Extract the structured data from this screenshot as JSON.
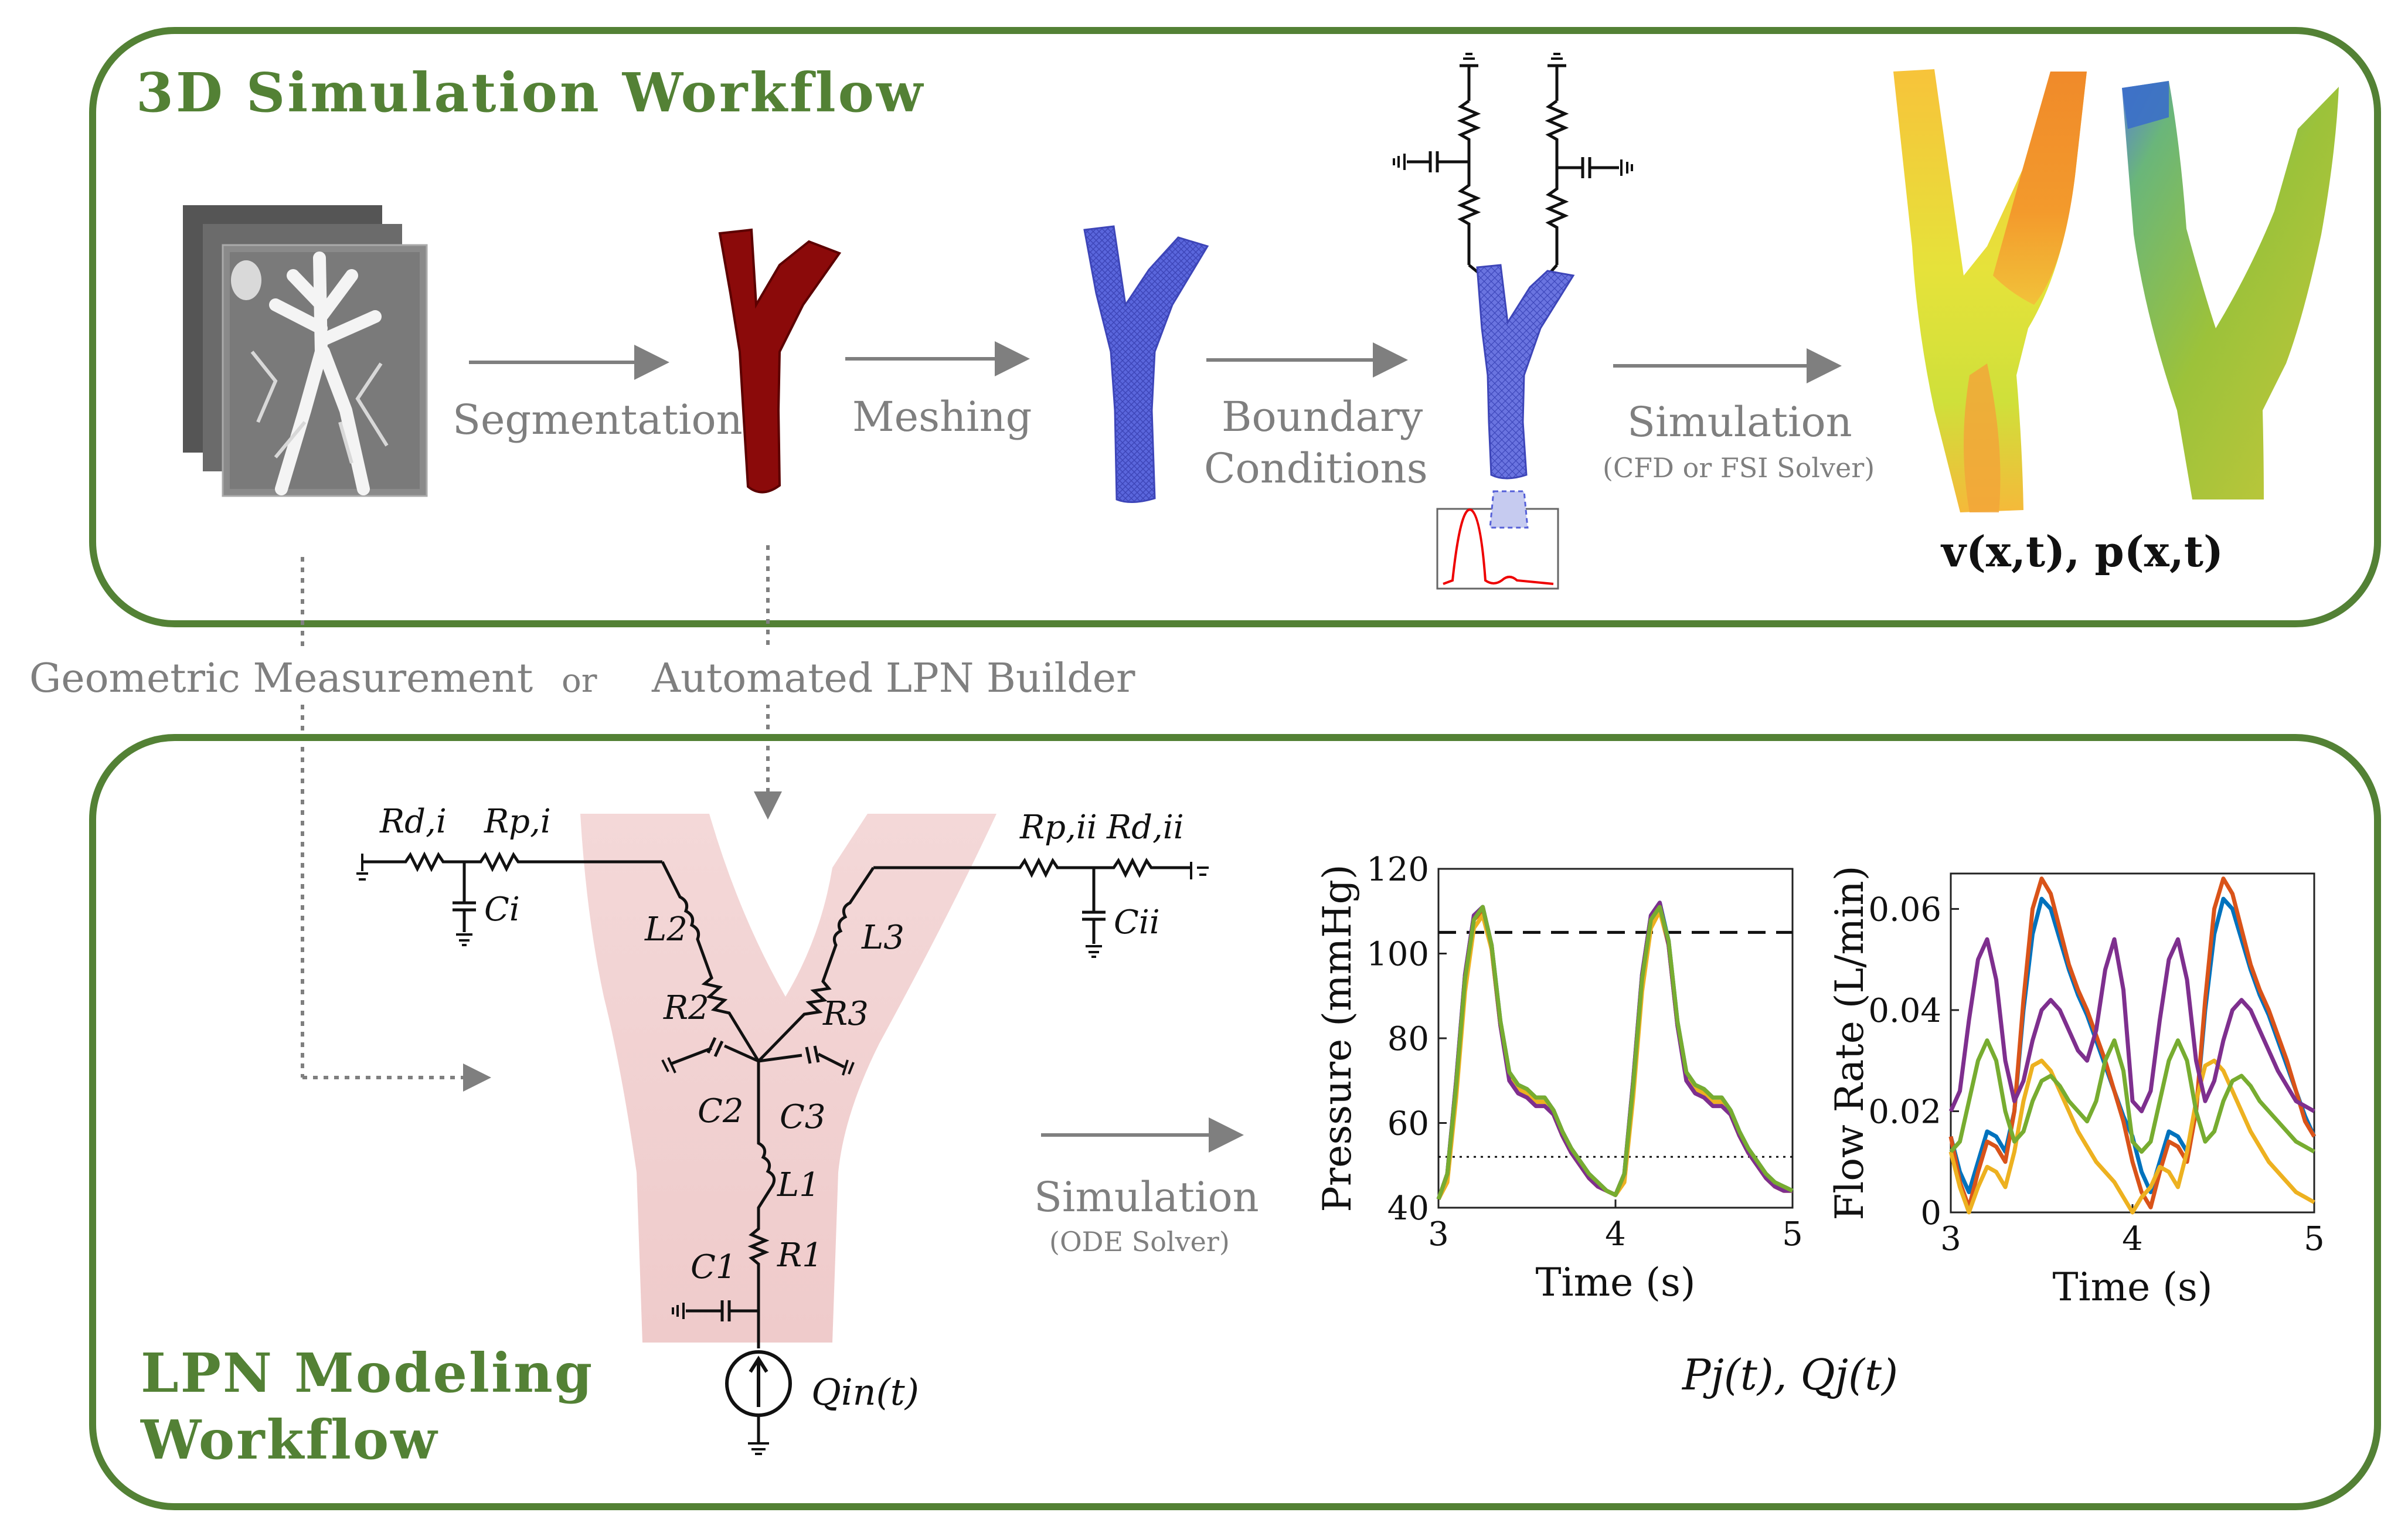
{
  "panels": {
    "top": {
      "title": "3D Simulation Workflow",
      "steps": {
        "segmentation": "Segmentation",
        "meshing": "Meshing",
        "boundary_line1": "Boundary",
        "boundary_line2": "Conditions",
        "simulation": "Simulation",
        "simulation_sub": "(CFD or FSI Solver)"
      },
      "output_label": "v(x,t),  p(x,t)"
    },
    "middle": {
      "left_label": "Geometric Measurement",
      "or_label": "or",
      "right_label": "Automated LPN Builder"
    },
    "bottom": {
      "title_line1": "LPN Modeling",
      "title_line2": "Workflow",
      "simulation": "Simulation",
      "simulation_sub": "(ODE Solver)",
      "output_label": "Pj(t),  Qj(t)"
    }
  },
  "circuit": {
    "labels": {
      "Rdi": "Rd,i",
      "Rpi": "Rp,i",
      "Ci": "Ci",
      "Rpii": "Rp,ii",
      "Rdii": "Rd,ii",
      "Cii": "Cii",
      "L1": "L1",
      "L2": "L2",
      "L3": "L3",
      "R1": "R1",
      "R2": "R2",
      "R3": "R3",
      "C1": "C1",
      "C2": "C2",
      "C3": "C3",
      "Qin": "Qin(t)"
    }
  },
  "colors": {
    "green": "#538135",
    "gray": "#7f7f7f",
    "vessel_red": "#8b0000",
    "mesh_blue": "#5560d8",
    "series": [
      "#0072BD",
      "#D95319",
      "#EDB120",
      "#7E2F8E",
      "#77AC30"
    ]
  },
  "chart_data": [
    {
      "type": "line",
      "title": "",
      "xlabel": "Time (s)",
      "ylabel": "Pressure (mmHg)",
      "xlim": [
        3,
        5
      ],
      "ylim": [
        40,
        120
      ],
      "xticks": [
        3,
        4,
        5
      ],
      "yticks": [
        40,
        60,
        80,
        100,
        120
      ],
      "reference_lines": [
        {
          "style": "dashed",
          "y": 105
        },
        {
          "style": "dotted",
          "y": 52
        }
      ],
      "x": [
        3.0,
        3.05,
        3.1,
        3.15,
        3.2,
        3.25,
        3.3,
        3.35,
        3.4,
        3.45,
        3.5,
        3.55,
        3.6,
        3.65,
        3.7,
        3.75,
        3.8,
        3.85,
        3.9,
        3.95,
        4.0,
        4.05,
        4.1,
        4.15,
        4.2,
        4.25,
        4.3,
        4.35,
        4.4,
        4.45,
        4.5,
        4.55,
        4.6,
        4.65,
        4.7,
        4.75,
        4.8,
        4.85,
        4.9,
        4.95,
        5.0
      ],
      "series": [
        {
          "values": [
            42,
            48,
            70,
            95,
            109,
            111,
            102,
            84,
            72,
            69,
            68,
            66,
            66,
            63,
            58,
            54,
            51,
            48,
            46,
            44,
            43,
            48,
            70,
            95,
            109,
            112,
            103,
            84,
            72,
            69,
            68,
            66,
            66,
            63,
            58,
            54,
            51,
            48,
            46,
            45,
            44
          ]
        },
        {
          "values": [
            42,
            47,
            68,
            93,
            108,
            110,
            101,
            83,
            71,
            68,
            67,
            65,
            65,
            62,
            57,
            53,
            50,
            47,
            45,
            44,
            43,
            47,
            68,
            93,
            108,
            111,
            102,
            83,
            71,
            68,
            67,
            65,
            65,
            62,
            57,
            53,
            50,
            47,
            45,
            44,
            44
          ]
        },
        {
          "values": [
            42,
            46,
            66,
            91,
            106,
            109,
            101,
            83,
            71,
            68,
            67,
            65,
            65,
            62,
            57,
            53,
            50,
            47,
            45,
            44,
            43,
            46,
            66,
            91,
            106,
            110,
            102,
            83,
            71,
            68,
            67,
            65,
            65,
            62,
            57,
            53,
            50,
            47,
            45,
            44,
            44
          ]
        },
        {
          "values": [
            42,
            48,
            70,
            95,
            109,
            111,
            102,
            83,
            70,
            67,
            66,
            64,
            64,
            62,
            57,
            53,
            50,
            47,
            45,
            44,
            43,
            48,
            70,
            95,
            109,
            112,
            102,
            83,
            70,
            67,
            66,
            64,
            64,
            62,
            57,
            53,
            50,
            47,
            45,
            44,
            44
          ]
        },
        {
          "values": [
            42,
            48,
            69,
            94,
            108,
            111,
            102,
            84,
            72,
            69,
            68,
            66,
            66,
            63,
            58,
            54,
            51,
            48,
            46,
            44,
            43,
            48,
            69,
            94,
            108,
            111,
            103,
            84,
            72,
            69,
            68,
            66,
            66,
            63,
            58,
            54,
            51,
            48,
            46,
            45,
            44
          ]
        }
      ]
    },
    {
      "type": "line",
      "title": "",
      "xlabel": "Time (s)",
      "ylabel": "Flow Rate (L/min)",
      "xlim": [
        3,
        5
      ],
      "ylim": [
        0,
        0.067
      ],
      "xticks": [
        3,
        4,
        5
      ],
      "yticks": [
        0,
        0.02,
        0.04,
        0.06
      ],
      "x": [
        3.0,
        3.05,
        3.1,
        3.15,
        3.2,
        3.25,
        3.3,
        3.35,
        3.4,
        3.45,
        3.5,
        3.55,
        3.6,
        3.65,
        3.7,
        3.75,
        3.8,
        3.85,
        3.9,
        3.95,
        4.0,
        4.05,
        4.1,
        4.15,
        4.2,
        4.25,
        4.3,
        4.35,
        4.4,
        4.45,
        4.5,
        4.55,
        4.6,
        4.65,
        4.7,
        4.75,
        4.8,
        4.85,
        4.9,
        4.95,
        5.0
      ],
      "series": [
        {
          "values": [
            0.015,
            0.008,
            0.004,
            0.01,
            0.016,
            0.015,
            0.012,
            0.02,
            0.04,
            0.055,
            0.062,
            0.06,
            0.054,
            0.048,
            0.043,
            0.039,
            0.034,
            0.029,
            0.024,
            0.019,
            0.015,
            0.008,
            0.004,
            0.01,
            0.016,
            0.015,
            0.012,
            0.02,
            0.04,
            0.055,
            0.062,
            0.06,
            0.054,
            0.048,
            0.043,
            0.039,
            0.034,
            0.029,
            0.024,
            0.019,
            0.015
          ]
        },
        {
          "values": [
            0.015,
            0.006,
            0.001,
            0.008,
            0.014,
            0.013,
            0.01,
            0.02,
            0.042,
            0.06,
            0.066,
            0.063,
            0.056,
            0.049,
            0.044,
            0.04,
            0.035,
            0.03,
            0.024,
            0.018,
            0.01,
            0.004,
            0.001,
            0.008,
            0.014,
            0.013,
            0.01,
            0.02,
            0.042,
            0.06,
            0.066,
            0.063,
            0.056,
            0.049,
            0.044,
            0.04,
            0.035,
            0.03,
            0.024,
            0.018,
            0.015
          ]
        },
        {
          "values": [
            0.012,
            0.005,
            0.0,
            0.005,
            0.009,
            0.008,
            0.005,
            0.012,
            0.022,
            0.029,
            0.03,
            0.028,
            0.024,
            0.02,
            0.016,
            0.013,
            0.01,
            0.008,
            0.006,
            0.003,
            0.0,
            0.003,
            0.005,
            0.009,
            0.008,
            0.005,
            0.012,
            0.022,
            0.029,
            0.03,
            0.028,
            0.024,
            0.02,
            0.016,
            0.013,
            0.01,
            0.008,
            0.006,
            0.004,
            0.003,
            0.002
          ]
        },
        {
          "values": [
            0.02,
            0.024,
            0.038,
            0.05,
            0.054,
            0.046,
            0.03,
            0.022,
            0.026,
            0.034,
            0.04,
            0.042,
            0.04,
            0.036,
            0.032,
            0.03,
            0.036,
            0.048,
            0.054,
            0.044,
            0.022,
            0.02,
            0.024,
            0.038,
            0.05,
            0.054,
            0.046,
            0.03,
            0.022,
            0.026,
            0.034,
            0.04,
            0.042,
            0.04,
            0.036,
            0.032,
            0.028,
            0.025,
            0.022,
            0.021,
            0.02
          ]
        },
        {
          "values": [
            0.012,
            0.014,
            0.022,
            0.03,
            0.034,
            0.03,
            0.02,
            0.014,
            0.016,
            0.022,
            0.026,
            0.027,
            0.025,
            0.022,
            0.02,
            0.018,
            0.022,
            0.03,
            0.034,
            0.028,
            0.014,
            0.012,
            0.014,
            0.022,
            0.03,
            0.034,
            0.03,
            0.02,
            0.014,
            0.016,
            0.022,
            0.026,
            0.027,
            0.025,
            0.022,
            0.02,
            0.018,
            0.016,
            0.014,
            0.013,
            0.012
          ]
        }
      ]
    }
  ]
}
